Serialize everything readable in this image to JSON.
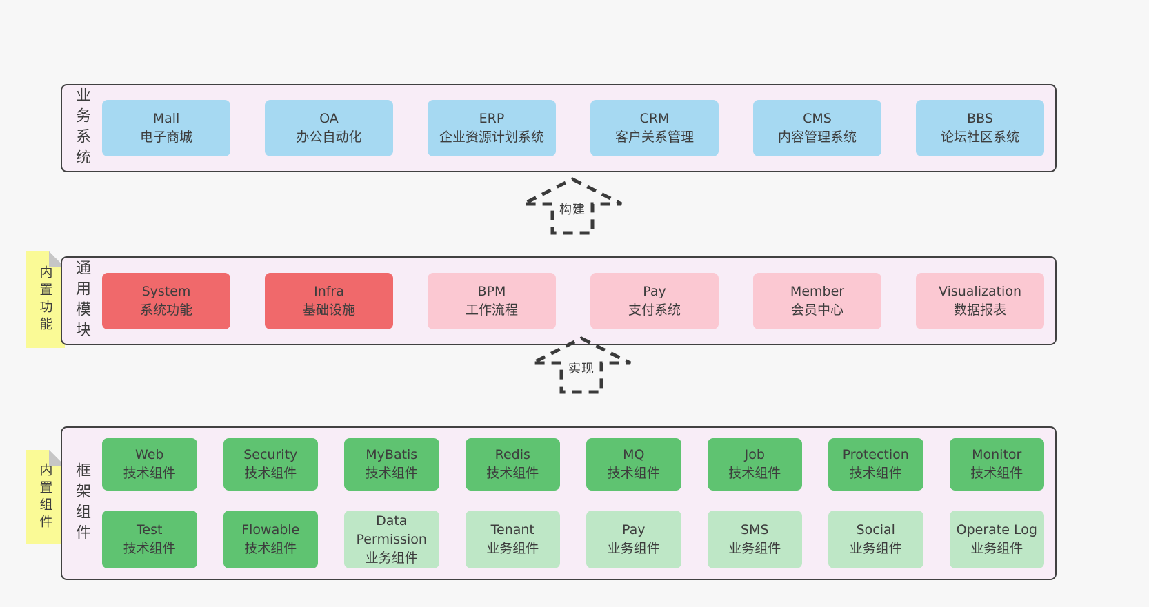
{
  "colors": {
    "page_bg": "#f7f7f7",
    "layer_bg": "#f8edf7",
    "layer_border": "#414141",
    "blue": "#a6d9f2",
    "red": "#f0696b",
    "pink": "#fbc8d2",
    "green": "#5fc371",
    "green_light": "#bee7c6",
    "sticky": "#fafa96",
    "sticky_fold": "#c6c6c6",
    "text": "#3d3d3d",
    "arrow": "#3a3a3a"
  },
  "arrows": [
    {
      "id": "build",
      "label": "构建"
    },
    {
      "id": "implement",
      "label": "实现"
    }
  ],
  "layers": [
    {
      "id": "business",
      "label": "业务系统",
      "sticky": null,
      "rows": [
        [
          {
            "name": "Mall",
            "sub": "电子商城",
            "tone": "blue"
          },
          {
            "name": "OA",
            "sub": "办公自动化",
            "tone": "blue"
          },
          {
            "name": "ERP",
            "sub": "企业资源计划系统",
            "tone": "blue"
          },
          {
            "name": "CRM",
            "sub": "客户关系管理",
            "tone": "blue"
          },
          {
            "name": "CMS",
            "sub": "内容管理系统",
            "tone": "blue"
          },
          {
            "name": "BBS",
            "sub": "论坛社区系统",
            "tone": "blue"
          }
        ]
      ]
    },
    {
      "id": "modules",
      "label": "通用模块",
      "sticky": "内置功能",
      "rows": [
        [
          {
            "name": "System",
            "sub": "系统功能",
            "tone": "red"
          },
          {
            "name": "Infra",
            "sub": "基础设施",
            "tone": "red"
          },
          {
            "name": "BPM",
            "sub": "工作流程",
            "tone": "pink"
          },
          {
            "name": "Pay",
            "sub": "支付系统",
            "tone": "pink"
          },
          {
            "name": "Member",
            "sub": "会员中心",
            "tone": "pink"
          },
          {
            "name": "Visualization",
            "sub": "数据报表",
            "tone": "pink"
          }
        ]
      ]
    },
    {
      "id": "components",
      "label": "框架组件",
      "sticky": "内置组件",
      "rows": [
        [
          {
            "name": "Web",
            "sub": "技术组件",
            "tone": "green"
          },
          {
            "name": "Security",
            "sub": "技术组件",
            "tone": "green"
          },
          {
            "name": "MyBatis",
            "sub": "技术组件",
            "tone": "green"
          },
          {
            "name": "Redis",
            "sub": "技术组件",
            "tone": "green"
          },
          {
            "name": "MQ",
            "sub": "技术组件",
            "tone": "green"
          },
          {
            "name": "Job",
            "sub": "技术组件",
            "tone": "green"
          },
          {
            "name": "Protection",
            "sub": "技术组件",
            "tone": "green"
          },
          {
            "name": "Monitor",
            "sub": "技术组件",
            "tone": "green"
          }
        ],
        [
          {
            "name": "Test",
            "sub": "技术组件",
            "tone": "green"
          },
          {
            "name": "Flowable",
            "sub": "技术组件",
            "tone": "green"
          },
          {
            "name": "Data Permission",
            "sub": "业务组件",
            "tone": "green_light"
          },
          {
            "name": "Tenant",
            "sub": "业务组件",
            "tone": "green_light"
          },
          {
            "name": "Pay",
            "sub": "业务组件",
            "tone": "green_light"
          },
          {
            "name": "SMS",
            "sub": "业务组件",
            "tone": "green_light"
          },
          {
            "name": "Social",
            "sub": "业务组件",
            "tone": "green_light"
          },
          {
            "name": "Operate Log",
            "sub": "业务组件",
            "tone": "green_light"
          }
        ]
      ]
    }
  ]
}
